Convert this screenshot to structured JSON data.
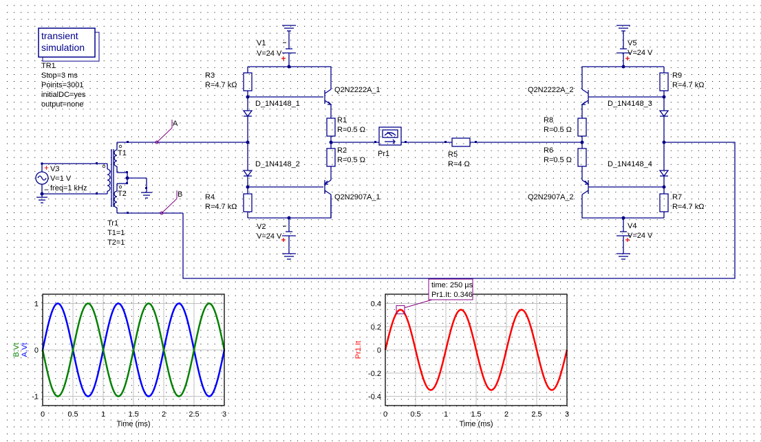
{
  "app": "Qucs schematic editor",
  "simulation": {
    "title_line1": "transient",
    "title_line2": "simulation",
    "params": [
      "TR1",
      "Stop=3 ms",
      "Points=3001",
      "initialDC=yes",
      "output=none"
    ]
  },
  "source": {
    "name": "V3",
    "value": "V=1 V",
    "freq": "freq=1 kHz",
    "plus": "+",
    "minus": "−"
  },
  "transformer": {
    "name": "Tr1",
    "t1": "T1=1",
    "t2": "T2=1",
    "coil1": "T1",
    "coil2": "T2"
  },
  "wire_labels": {
    "a": "A",
    "b": "B"
  },
  "left_stage": {
    "v1": {
      "name": "V1",
      "value": "V=24 V"
    },
    "v2": {
      "name": "V2",
      "value": "V=24 V"
    },
    "r3": {
      "name": "R3",
      "value": "R=4.7 kΩ"
    },
    "r4": {
      "name": "R4",
      "value": "R=4.7 kΩ"
    },
    "r1": {
      "name": "R1",
      "value": "R=0.5 Ω"
    },
    "r2": {
      "name": "R2",
      "value": "R=0.5 Ω"
    },
    "d1": {
      "name": "D_1N4148_1"
    },
    "d2": {
      "name": "D_1N4148_2"
    },
    "q1": {
      "name": "Q2N2222A_1"
    },
    "q2": {
      "name": "Q2N2907A_1"
    }
  },
  "probe": {
    "name": "Pr1"
  },
  "load": {
    "name": "R5",
    "value": "R=4 Ω"
  },
  "right_stage": {
    "v5": {
      "name": "V5",
      "value": "V=24 V"
    },
    "v4": {
      "name": "V4",
      "value": "V=24 V"
    },
    "r9": {
      "name": "R9",
      "value": "R=4.7 kΩ"
    },
    "r7": {
      "name": "R7",
      "value": "R=4.7 kΩ"
    },
    "r8": {
      "name": "R8",
      "value": "R=0.5 Ω"
    },
    "r6": {
      "name": "R6",
      "value": "R=0.5 Ω"
    },
    "d3": {
      "name": "D_1N4148_3"
    },
    "d4": {
      "name": "D_1N4148_4"
    },
    "q3": {
      "name": "Q2N2222A_2"
    },
    "q4": {
      "name": "Q2N2907A_2"
    }
  },
  "colors": {
    "wire": "#00008b",
    "series_a": "#0000ff",
    "series_b": "#008000",
    "series_pr1": "#ff0000",
    "marker": "#800080",
    "grid": "#c0c0c0"
  },
  "chart_data": [
    {
      "type": "line",
      "title": "",
      "xlabel": "Time (ms)",
      "ylabel_series": [
        "B.Vt",
        "A.Vt"
      ],
      "xlim": [
        0,
        3
      ],
      "ylim": [
        -1.2,
        1.2
      ],
      "x_ticks": [
        "0",
        "0.5",
        "1",
        "1.5",
        "2",
        "2.5",
        "3"
      ],
      "y_ticks": [
        "1",
        "0",
        "-1"
      ],
      "y_tick_values": [
        1,
        0,
        -1
      ],
      "grid": true,
      "series": [
        {
          "name": "A.Vt",
          "color": "#0000ff",
          "function": "sin",
          "amplitude": 1,
          "frequency_khz": 1,
          "phase_deg": 0
        },
        {
          "name": "B.Vt",
          "color": "#008000",
          "function": "sin",
          "amplitude": 1,
          "frequency_khz": 1,
          "phase_deg": 180
        }
      ]
    },
    {
      "type": "line",
      "title": "",
      "xlabel": "Time (ms)",
      "ylabel_series": [
        "Pr1.It"
      ],
      "xlim": [
        0,
        3
      ],
      "ylim": [
        -0.48,
        0.48
      ],
      "x_ticks": [
        "0",
        "0.5",
        "1",
        "1.5",
        "2",
        "2.5",
        "3"
      ],
      "y_ticks": [
        "0.4",
        "0.2",
        "0",
        "-0.2",
        "-0.4"
      ],
      "y_tick_values": [
        0.4,
        0.2,
        0,
        -0.2,
        -0.4
      ],
      "grid": true,
      "series": [
        {
          "name": "Pr1.It",
          "color": "#ff0000",
          "function": "sin",
          "amplitude": 0.346,
          "frequency_khz": 1,
          "phase_deg": 0
        }
      ],
      "marker": {
        "time_label": "time: 250 µs",
        "value_label": "Pr1.It: 0.346",
        "x": 0.25,
        "y": 0.346
      }
    }
  ]
}
